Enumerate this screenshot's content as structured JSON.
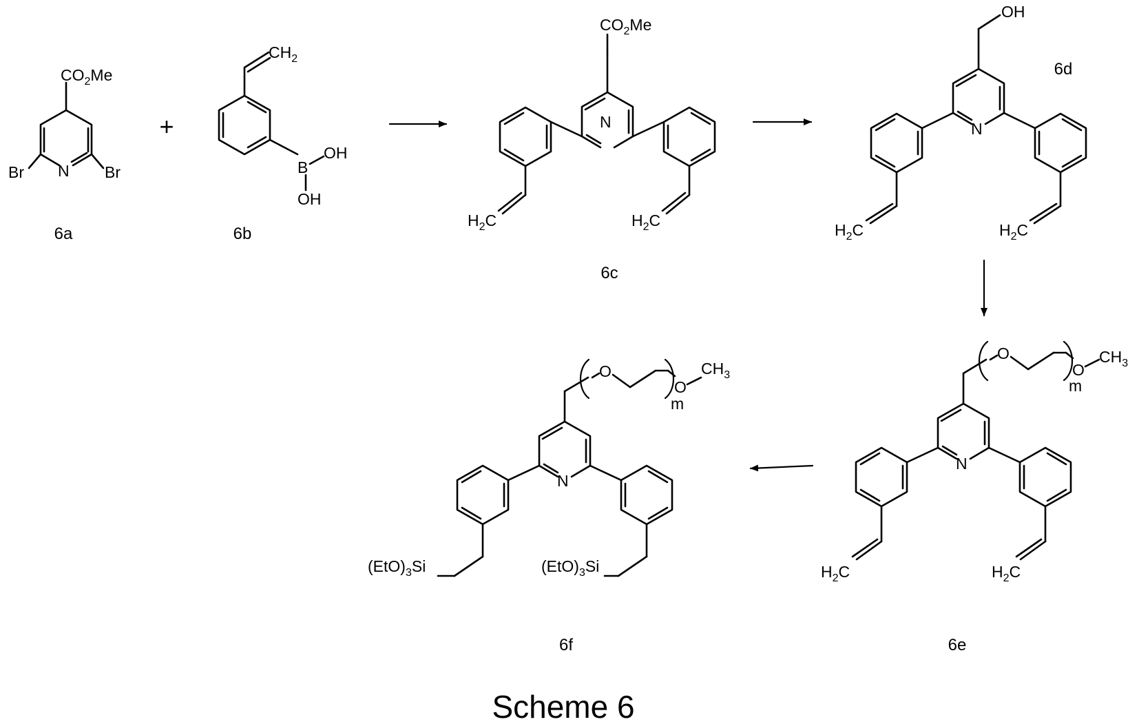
{
  "scheme_title": "Scheme 6",
  "compounds": {
    "c6a": "6a",
    "c6b": "6b",
    "c6c": "6c",
    "c6d": "6d",
    "c6e": "6e",
    "c6f": "6f"
  },
  "reaction_plus": "+",
  "atom_labels": {
    "N": "N",
    "Br": "Br",
    "B": "B",
    "OH": "OH",
    "O": "O",
    "H": "H",
    "C": "C",
    "CO": "CO",
    "Me": "Me",
    "CH": "CH",
    "Si": "Si",
    "EtO": "(EtO)",
    "sub2": "2",
    "sub3": "3",
    "m": "m"
  }
}
